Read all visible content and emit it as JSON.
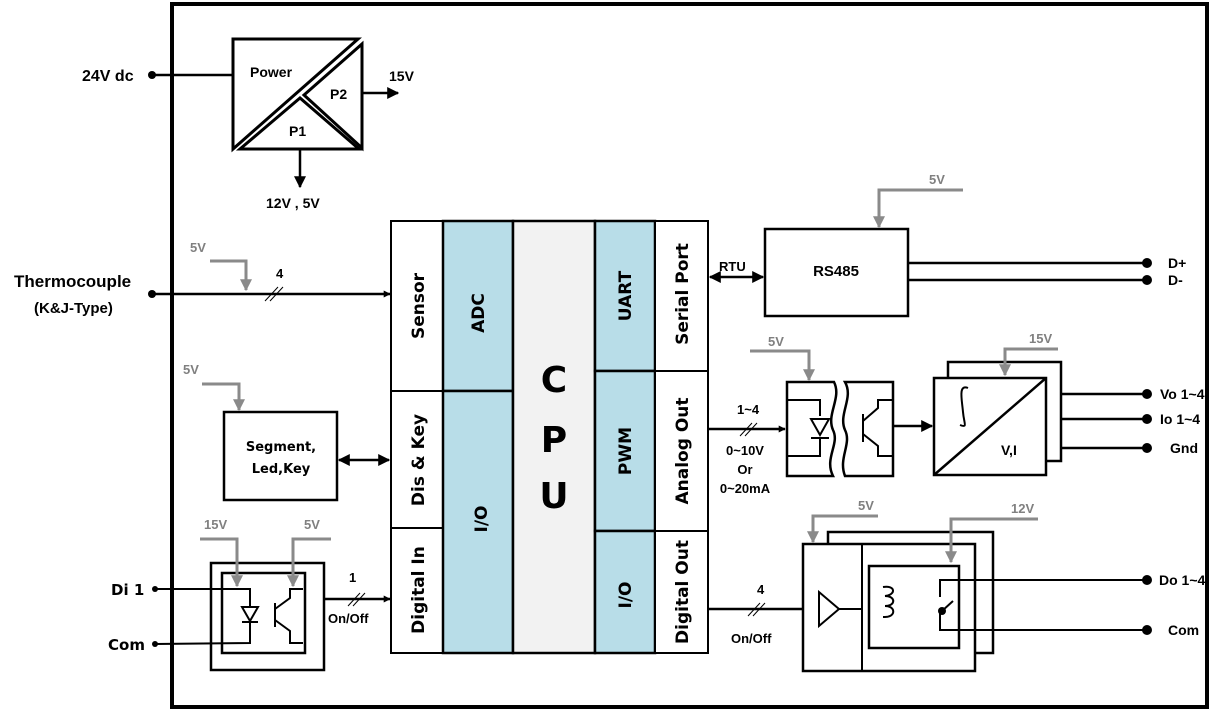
{
  "diagram": {
    "title": "Thermocouple controller block diagram",
    "colors": {
      "line": "#000000",
      "supply_line": "#8a8a8a",
      "peripheral_fill": "#b8dde8",
      "cpu_fill": "#f2f2f2",
      "box_fill": "#ffffff"
    },
    "power": {
      "input_label": "24V dc",
      "block_label": "Power",
      "p1_label": "P1",
      "p2_label": "P2",
      "p1_output": "12V , 5V",
      "p2_output": "15V"
    },
    "thermocouple": {
      "label_line1": "Thermocouple",
      "label_line2": "(K&J-Type)",
      "supply": "5V",
      "bus_width": "4"
    },
    "display": {
      "label_line1": "Segment,",
      "label_line2": "Led,Key",
      "supply": "5V"
    },
    "digital_input": {
      "terminal_di": "Di 1",
      "terminal_com": "Com",
      "supply_left": "15V",
      "supply_right": "5V",
      "bus_width": "1",
      "signal": "On/Off"
    },
    "cpu": {
      "label": [
        "C",
        "P",
        "U"
      ],
      "left_ports": [
        "Sensor",
        "Dis & Key",
        "Digital In"
      ],
      "left_peripherals": [
        "ADC",
        "I/O"
      ],
      "right_peripherals": [
        "UART",
        "PWM",
        "I/O"
      ],
      "right_ports": [
        "Serial Port",
        "Analog Out",
        "Digital Out"
      ]
    },
    "rs485": {
      "label": "RS485",
      "supply": "5V",
      "link_label": "RTU",
      "terminals": [
        "D+",
        "D-"
      ]
    },
    "analog_out": {
      "bus_width": "1~4",
      "range_line1": "0~10V",
      "range_line2": "Or",
      "range_line3": "0~20mA",
      "opto_supply": "5V",
      "converter_supply": "15V",
      "converter_label": "V,I",
      "terminals": [
        "Vo 1~4",
        "Io 1~4",
        "Gnd"
      ]
    },
    "digital_out": {
      "bus_width": "4",
      "signal": "On/Off",
      "driver_supply": "5V",
      "relay_supply": "12V",
      "terminals": [
        "Do 1~4",
        "Com"
      ]
    }
  }
}
